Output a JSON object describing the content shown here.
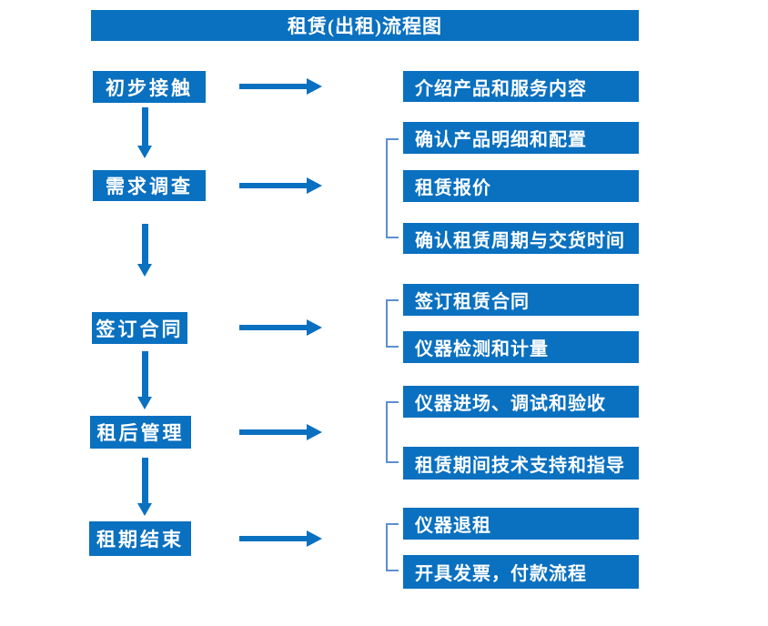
{
  "title": "租赁(出租)流程图",
  "colors": {
    "primary": "#0a70c0",
    "bracket": "#5b8fcf",
    "text_on_primary": "#ffffff",
    "background": "#ffffff"
  },
  "steps": [
    {
      "label": "初步接触"
    },
    {
      "label": "需求调查"
    },
    {
      "label": "签订合同"
    },
    {
      "label": "租后管理"
    },
    {
      "label": "租期结束"
    }
  ],
  "details": [
    {
      "label": "介绍产品和服务内容"
    },
    {
      "label": "确认产品明细和配置"
    },
    {
      "label": "租赁报价"
    },
    {
      "label": "确认租赁周期与交货时间"
    },
    {
      "label": "签订租赁合同"
    },
    {
      "label": "仪器检测和计量"
    },
    {
      "label": "仪器进场、调试和验收"
    },
    {
      "label": "租赁期间技术支持和指导"
    },
    {
      "label": "仪器退租"
    },
    {
      "label": "开具发票，付款流程"
    }
  ]
}
